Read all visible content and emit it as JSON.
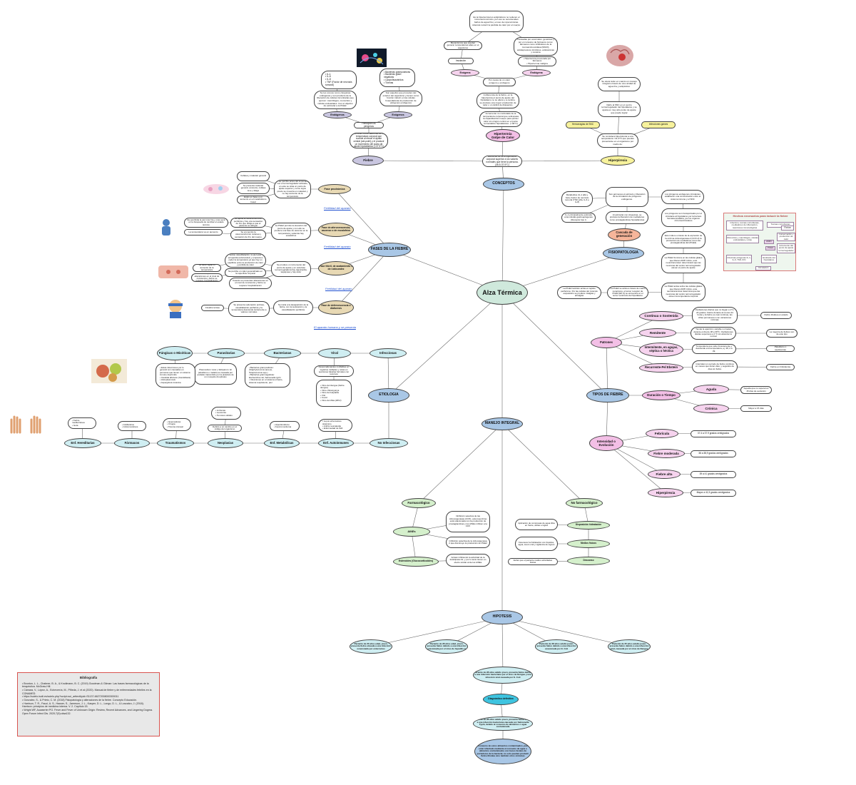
{
  "colors": {
    "center": "#cfe9dc",
    "blue": "#a9c7e6",
    "lavender": "#c9c6e0",
    "pink": "#f3bfe6",
    "pinkLight": "#f6d3ee",
    "tan": "#e8d9b4",
    "yellow": "#f7f29c",
    "cyan": "#cfeef2",
    "green": "#d5f0cc",
    "salmon": "#f6b59a",
    "teal": "#3ec4e0",
    "bibBorder": "#d9534f"
  },
  "center": {
    "label": "Alza Térmica"
  },
  "main_nodes": {
    "conceptos": "CONCEPTOS",
    "fases": "FASES DE LA FIEBRE",
    "fisiopatologia": "FISIOPATOLOGIA",
    "etiologia": "ETIOLOGIA",
    "tipos": "TIPOS DE FIEBRE",
    "manejo": "MANEJO INTEGRAL",
    "hipotesis": "HIPOTESIS"
  },
  "conceptos_branch": {
    "definicion": "Aumento de la temperatura corporal superior a los valores normales que tiene la persona. (36,5-37.5°C)",
    "fiebre": "Fiebre",
    "hipertermia": "Hipertermia\nGolpe de Calor",
    "hiperpirexia": "Hiperpirexia",
    "fiebre_def": "La fiebre es un aumento de la temperatura corporal que sucede al elevar el ajuste central (set-point) y el producir un incremento del punto de ajuste hipotalámico (>37.5°C)",
    "particas": "Participan los pirógenos",
    "exogenos": "Exógenos",
    "endogenos": "Endógenos",
    "endo_list": "• IL-1\n• IL-6\n• IL-8\n• TNF (Factor de necrosis tumoral)",
    "endo_desc": "Se les conoce como citoquinas endógenas y son producto de la liberación de células inmunitarias que ejercen: macrófagos, monocitos y células endoteliales. Con el objetivo de estimular a la PGE2.",
    "exo_list": "• Bacterias grampositivas\n• Bacterias gram-negativas\n• Lipopolisacáridos\n• Toxinas",
    "exo_desc": "Son aquellos que proceden del exterior del organismo y tienen como función inducir en las células hospedadoras la producción de pirógenos endógenos",
    "hiper_def": "Es la hipertermia los antipiréticos no reducen el incremento térmico, por eso se recomiendan baños de agua fría y el uso de ropa térmicas. Además reducir la pérdida de calor por el cuerpo.",
    "mecanismos": "Mecanismos que pueden generar temperaturas altas en el organismo",
    "causadas": "Causadas por anormales: genéticas y por el consumo de fármacos como: fármacos como inhibidores de la monoaminooxidasa (IMAO), antidepresivos tricíclicos, anfetaminas y cocaína",
    "insolacion": "Insolación",
    "hiper_farm": "• Hipertermia provocada por fármacos\n• Hipertermia maligna",
    "exogena": "Exógena",
    "endogena": "Endógena",
    "tos_causa": "Por causa de un calor exógeno y endógeno",
    "diferencia": "A diferencia de la fiebre, en la hipertermia el punto de ajuste del hipotálamo no se altera y a cambio, se produce una mayor producción de calor o un déficit de disipación.",
    "incremento": "Incremento no controlado de la temperatura corporal que sobrepasa la capacidad del cuerpo para perder calor sin ningún control en el punto termostático hipotalámico. (>40°C)",
    "hiperpirexia_def": "Se considera hiperpirexia a una temperatura >41,5°C que pueden presentarse en el organismo por medio de:",
    "hemorragia": "Hemorragias de SNC",
    "infecciones": "Infecciones graves",
    "dano": "Daño al SNC en el centro termorregulador del hipotálamo y se ajusta en muy alto punto de ajuste que puede lograr",
    "valor": "Se eleva tanto en cuanto un manejo integral a través de una unidad de agua fría y antipirético"
  },
  "fases_branch": {
    "f1": "Fase prodrómica",
    "f2": "Fase de afervorescencia, ascenso o de escalofríos",
    "f3": "Fase febril, de acatamiento o de rubicundez",
    "f4": "Fase de defervescencia o diaforesis",
    "f1_desc": "Se percibe antes del síntoma con el termorregulador activado, en este se sitúa un punto de ajuste superior y como signo previo se muestra un malestar y no hay aumento de la temperatura",
    "f1_a": "Cefalea y malestar general",
    "f1_b": "Se presenta malestar general, anorexia, cefalea leve y fatiga",
    "f1_c": "Están en base a un aumento en el metabolismo basal",
    "f2_desc": "La PGE2 permite la elevación del punto de ajuste y con ello se produce una fase de ascenso en la temperatura y además hay escalofríos",
    "f2_a": "Se ajusta la vasoconstricción periférica y hay una sensación de frío que obliga a que el paciente se abrigue",
    "f2_b": "La temperatura va en aumento",
    "f2_c": "Es percibida la piel más fría y más seca en la búsqueda de cambiar el estado térmico",
    "f2_d": "Se encuentra la vasoconstricción cutánea y sensación de frío del cuerpo",
    "f3_desc": "Existe vasodilatación, la piel está enrojecida (rubicundez) y empieza a ceder la temperatura ya que hay un equilibrio entre la producción de calor y pérdida de calor",
    "f3_a": "Se produce un incremento del punto de ajuste y en esta fase termorreguladora hay taquicardia, taquipnea y hay dolor",
    "f3_b": "Se percibe un calor generalizado en la superficie corporal",
    "f3_c": "Se debe vigilar el aumento de la temperatura",
    "f3_d": "Cuando se presentan alteraciones en el nivel de conciencia y fiebre se requiere hospitalización",
    "f4_desc": "Se inicia a la desaparición de la fiebre, con la sudoración y la vasodilatación periférica",
    "f4_a": "Se presenta sudoración profusa, vasodilatación periférica y la temperatura desciende lentamente a valores normales",
    "f4_b": "Finaliza la fase",
    "link1": "Fertilidad del aparato",
    "link2": "Fertilidad del aparato",
    "link3": "Fertilidad del aparato",
    "link4": "El aparato humano y se presenta"
  },
  "fisio_branch": {
    "cascada": "Cascada de generación",
    "s1": "Metabolitos (IL-1 alfa y beta, Factor de necrosis tumoral (TNF) alfa, IL-6 e IL-8)",
    "s2": "IL-1 principalmente estimula a las células gastroeptógenas (Receptor tipo I)",
    "s3": "Son gérmenes el estímulo y liberación de la circulación de pirógenos endógenos.",
    "s4": "Al estimular con citoquinas, se produce la liberación de mediadores como prostaglandinas hipotalámicas",
    "s5": "Los pirógenos endógenos circulantes establecen una comunicación entre el sistema inmune y el SNC",
    "s6": "Los pirógenos son transportados por el circulante al hipotálamo por la barrera hematoencefálica, por los órganos circunventriculares",
    "s7": "Esto induce a través de la expresión de la enzima ciclooxigenasa-2 (COX-2) la producción de mediadores como las prostaglandinas E2 (PGE2)",
    "s8": "La PGE2 funciona en las células gliales que liberan AMP cíclico, este neurotransmisor determinará que las neuronas del centro termorregulador eleven el punto de ajuste",
    "s9": "La PGE2 actúa sobre las células gliales que liberan AMP cíclico, este neurotransmisor determina que las neuronas del centro termorregulador eleven la temperatura corporal",
    "s10": "La PGE2 también actúa en tejidos periféricos. Por las células del músculo esquelético se produce mialgias y artralgias",
    "s11": "La PGE2 se actúa a través de cuatro receptores, el tercer receptor de PGE2 (EP-3) se encuentra en el tercer ventrículo del hipotálamo",
    "box_title": "Hechos necesarios para inducir la fiebre",
    "box_a": "Infección, toxinas microbianas, mediadores de inflamación, reacciones inmunológicas",
    "box_b": "Toxinas microbianas",
    "box_c": "Monocitos y macrófagos, células endoteliales y otras",
    "box_d": "Fiebre",
    "box_e": "Conservación y producción de calor",
    "box_f": "Citocinas pirógenas IL-1, IL-6, TNF, IFN",
    "box_g": "Endotelio del hipotálamo",
    "box_h": "Incremento del punto de ajuste termorregulador",
    "box_i": "AMPc",
    "box_j": "PGE2",
    "box_k": "Circulación"
  },
  "tipos_branch": {
    "patrones": "Patrones",
    "continua": "Continua o Sostenida",
    "remitente": "Remitente",
    "intermitente": "Intermitente, en agujas, séptica o héctica",
    "pel_ebstein": "Recurrente-Pel Ebstein",
    "continua_desc": "Oscilaciones diarias que no llegan a 1°C, 24 grados. Fiebre durante al menos 24 horas y la fiebre es casi continua, las cifras permanecen con variaciones mínimas",
    "continua_ex": "Fiebre tifoidea en estado",
    "remitente_desc": "Tiende la aparición variable normales durante el día de 38 a 39ºC. Oscilaciones diarias superiores a 1°C sin alcanzar lo normal",
    "remitente_ex": "La mayoría de fiebres son de este tipo",
    "intermitente_desc": "Temperatura que sube bruscamente y desciende a la temperatura, ej. 38, 2 a 39.",
    "intermitente_ex": "Paludismo o septicemias",
    "pel_desc": "Intercalan un período de fiebre continua en meses que duran días, y seguidos de días sin fiebre",
    "pel_ex": "Fiebre en linfoidemia",
    "duracion": "Duración o Tiempo",
    "aguda": "Aguda",
    "cronica": "Crónica",
    "aguda_desc": "Aquella que no supera los 15 días de evolución",
    "cronica_desc": "Mayor a 15 días",
    "intensidad": "Intensidad o Evolución",
    "febricula": "Febrícula",
    "moderada": "Fiebre moderada",
    "alta": "Fiebre alta",
    "hiper": "Hiperpirexia",
    "febricula_desc": "37.4 a 37.9 grados centígrados",
    "moderada_desc": "38 a 38,9 grados centígrados",
    "alta_desc": "39 a 41 grados centígrados",
    "hiper_desc": "Mayor a 41,5 grados centígrados"
  },
  "etiologia_branch": {
    "infecciosas": "Infecciosas",
    "no_infecciosas": "No Infecciosas",
    "viral": "Viral",
    "bacterianas": "Bacterianas",
    "parasitarias": "Parasitarias",
    "fungicas": "Fúngicas o Micóticas",
    "viral_desc": "Desencadenantes confiables en registros múltiples y notas en secciones básicas formales con recursos",
    "viral_list": "• Virus del dengue (fiebre dengue)\n• Virus chikungunya\n• Virus del Hepatitis\n• VIH\n• Covid\n• Virus del Zika (ZIKV)",
    "bact_desc": "• Bacterias grampositivas: (Staphylococcus aureus, Streptococcus spp.)\n• Bacterias gramnegativas: Escherichia coli, Salmonella typhi\n• Infecciones en el sistema urinario, sistema respiratorio, piel",
    "paras_desc": "Plasmodium vivax y falciparum: El paludismo o malaria es causada por parásito transmitido por la picadura de un mosquito Anopheles",
    "fung_desc": "• Estas infecciones por lo general son causadas en personas que tienen un sistema inmune deprimido\n• Cándida albicans (Candidiasis)\n• Histoplasmosis\n• Aspergilosis invasiva",
    "autoinmunes": "Enf. Autoinmunes",
    "metabolicas": "Enf. Metabólicas",
    "neoplasias": "Neoplasias",
    "traumatismos": "Traumatismos",
    "farmacos": "Fármacos",
    "hereditarias": "Enf. Hereditarias",
    "auto_list": "• Lupus eritematoso sistémico\n• Artritis reumatoide\n• Enfermedad de Still",
    "meta_list": "• Hipertiroidismo\n• Feocromocitoma",
    "neo_list": "• Linfomas\n• Leucemia\n• Tumores sólidos",
    "neo_desc": "Debido a un cambio en el código del organismo",
    "trauma_list": "• Quemaduras\n• Cirugía\n• Trauma craneal",
    "farm_list": "• Antibióticos\n• Anticonvulsivos",
    "hered_list": "• Fiebre mediterránea\n• Gota"
  },
  "manejo_branch": {
    "farmacologico": "Farmacológico",
    "no_farmacologico": "No farmacológico",
    "aines": "AINEs",
    "esteroides": "Esteroides (Glucocorticoides)",
    "aines_desc": "Inhibición selectiva de las ciclooxigenasas (COX), esta isoenzima está relacionada con la producción de prostaglandinas y los AINEs inhiben a la COX",
    "aines_desc2": "Inhibición selectiva de la ciclooxigenasa 2 que disminuye la producción de PGE2",
    "esteroides_desc": "Actúan inhibiendo la actividad de la fosfolipasa A2, y por lo tanto tienen un efecto similar al de los AINEs",
    "medios": "Medios físicos",
    "disp_hidro": "Disposición hidratación",
    "descanso": "Descanso",
    "medios_desc": "Aplicación de compresas de agua tibia en frente, axilas e ingles",
    "hidra_desc": "Favorecer la hidratación con líquidos, agua, suero oral y vigilancia de signos",
    "descanso_desc": "Evitar que el paciente realice actividades físicas"
  },
  "hipotesis_branch": {
    "h1": "Paciente de 20 años edad, joven, presenta fiebre elevada a una infección ocasionada por enterovirus",
    "h2": "Paciente de 28 años edad, joven, presenta fiebre debido a una infección ocasionada por el virus de hepatitis A",
    "h3": "Paciente de 28 años adulto joven, presenta fiebre debido a una infección ocasionada por E. Coli",
    "h4": "Paciente de 25 años adulto joven, presenta fiebre debido a una infección viral, causada por el virus de Dengue",
    "hm": "Paciente de 28 años adulto joven, presenta fiebre debido a una infección bacteriana por el virus de Dengue y una infección viral causada por E. Coli",
    "diag": "Diagnóstico definitivo",
    "dx": "Paciente de 28 años adulto joven, presenta fiebre debido a una infección bacteriana causada por Salmonella Typhi, debido al consumo de alimentos o agua contaminada",
    "final": "El consumo de estos alimentos contaminados, puede estar infectado mediante el consumo de agua o alimentos contaminados con heces fecales de portadores de la bacteria; no solo pueden producir fiebre tifoidea sino también otros síntomas"
  },
  "bibliography": {
    "title": "Bibliografía",
    "entries": [
      "• Brunton, L. L., Chabner, B. A., & Knollmann, B. C. (2019) Goodman & Gilman: Las bases farmacológicas de la terapéutica. McGraw-Hill.",
      "• Cámara, V., López, A., Echeverría, M., Piñeda, J. et al (2020). Manual de fiebre y de enfermedades febriles en la CONAMED.",
      "• https://scielo.isciii.es/scielo.php?script=sci_arttext&pid=S1137-66272008000300011",
      "• Gonzalez, S., & Prieto, C. M. (2018) Fisiopatología y alteraciones de la fiebre. Concepto Educación.",
      "• Harrison, T. R., Fauci, A. S., Hauser, S., Jameson, J. L., Kasper, D. L., Longo, D. L., & Loscalzo, J. (2018). Harrison: principios de medicina interna. V. 2. Capítulo 15.",
      "• Wright WF, Auwaerter PG. Fever and Fever of Unknown Origin: Review, Recent Advances, and Lingering Dogma. Open Forum Infect Dis. 2020;7(5):ofaa132."
    ]
  }
}
